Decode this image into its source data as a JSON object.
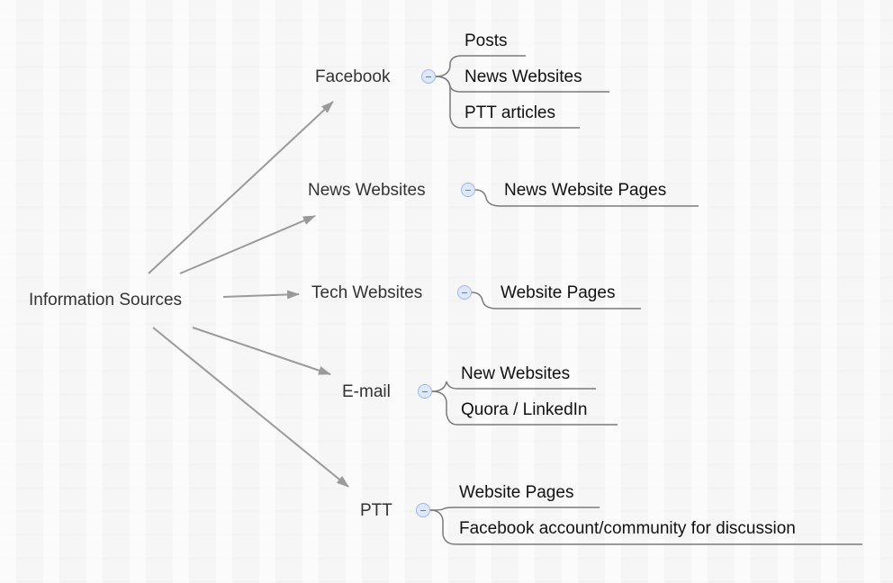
{
  "root": {
    "label": "Information Sources"
  },
  "categories": [
    {
      "label": "Facebook",
      "children": [
        "Posts",
        "News Websites",
        "PTT articles"
      ]
    },
    {
      "label": "News Websites",
      "children": [
        "News Website Pages"
      ]
    },
    {
      "label": "Tech Websites",
      "children": [
        "Website Pages"
      ]
    },
    {
      "label": "E-mail",
      "children": [
        "New Websites",
        "Quora / LinkedIn"
      ]
    },
    {
      "label": "PTT",
      "children": [
        "Website Pages",
        "Facebook account/community for discussion"
      ]
    }
  ],
  "colors": {
    "arrow": "#9a9a9a",
    "branch": "#7a7a7a",
    "toggle_fill": "#dde8fb",
    "toggle_border": "#9fb6e6"
  }
}
